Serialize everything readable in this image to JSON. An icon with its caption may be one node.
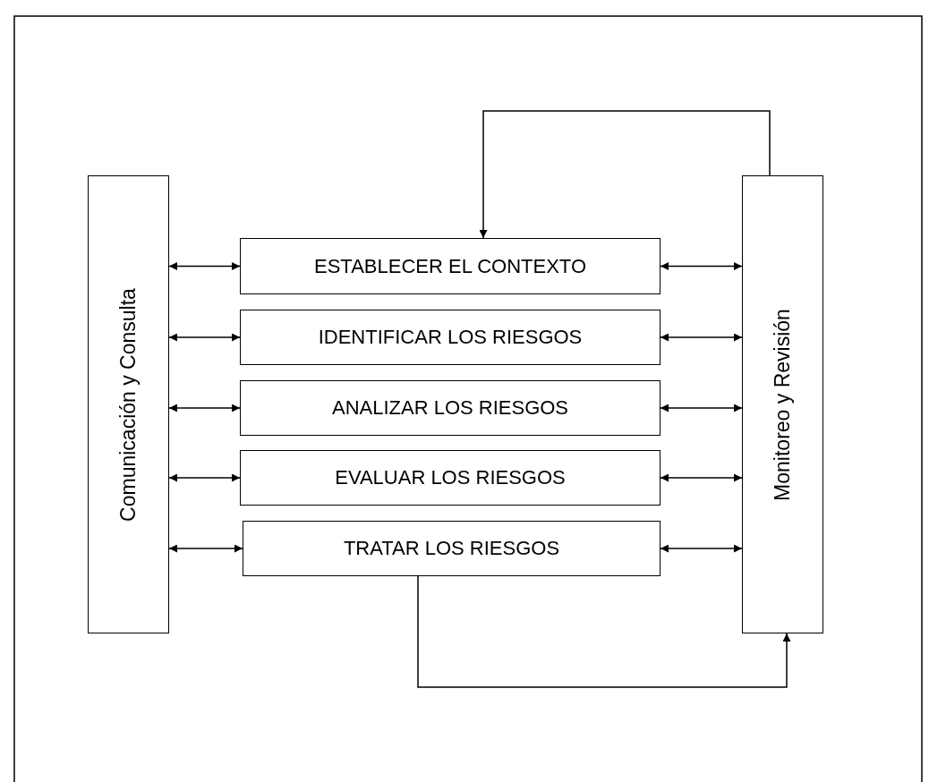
{
  "diagram": {
    "nodes": [
      {
        "text": [
          "Comunicación y Consulta"
        ]
      },
      {
        "text": [
          "ESTABLECER EL CONTEXTO"
        ]
      },
      {
        "text": [
          "IDENTIFICAR LOS RIESGOS"
        ]
      },
      {
        "text": [
          "ANALIZAR LOS RIESGOS"
        ]
      },
      {
        "text": [
          "EVALUAR LOS RIESGOS"
        ]
      },
      {
        "text": [
          "TRATAR LOS RIESGOS"
        ]
      },
      {
        "text": [
          "Monitoreo y Revisión"
        ]
      }
    ],
    "edges": [
      {
        "from": 0,
        "to": 1,
        "arrow": "both"
      },
      {
        "from": 0,
        "to": 2,
        "arrow": "both"
      },
      {
        "from": 0,
        "to": 3,
        "arrow": "both"
      },
      {
        "from": 0,
        "to": 4,
        "arrow": "both"
      },
      {
        "from": 0,
        "to": 5,
        "arrow": "both"
      },
      {
        "from": 1,
        "to": 6,
        "arrow": "both"
      },
      {
        "from": 2,
        "to": 6,
        "arrow": "both"
      },
      {
        "from": 3,
        "to": 6,
        "arrow": "both"
      },
      {
        "from": 4,
        "to": 6,
        "arrow": "both"
      },
      {
        "from": 5,
        "to": 6,
        "arrow": "both"
      },
      {
        "from": 6,
        "to": 1,
        "arrow": "to"
      },
      {
        "from": 5,
        "to": 6,
        "arrow": "to"
      }
    ]
  }
}
